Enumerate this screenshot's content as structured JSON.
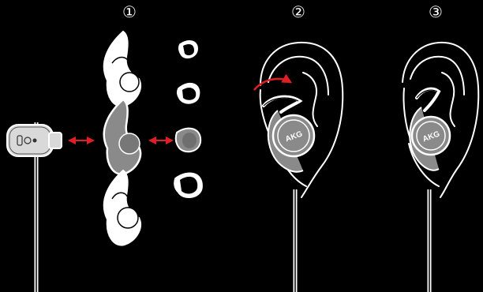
{
  "steps": [
    {
      "label": "①"
    },
    {
      "label": "②"
    },
    {
      "label": "③"
    }
  ],
  "brand_text": "AKG",
  "colors": {
    "background": "#000000",
    "line": "#ffffff",
    "part_fill": "#8a8a8a",
    "part_fill_light": "#d9d9d9",
    "arrow": "#e01e26"
  },
  "icons": {
    "rotate_arrow": "curved-arrow-icon",
    "attach_arrow": "double-arrow-icon"
  }
}
